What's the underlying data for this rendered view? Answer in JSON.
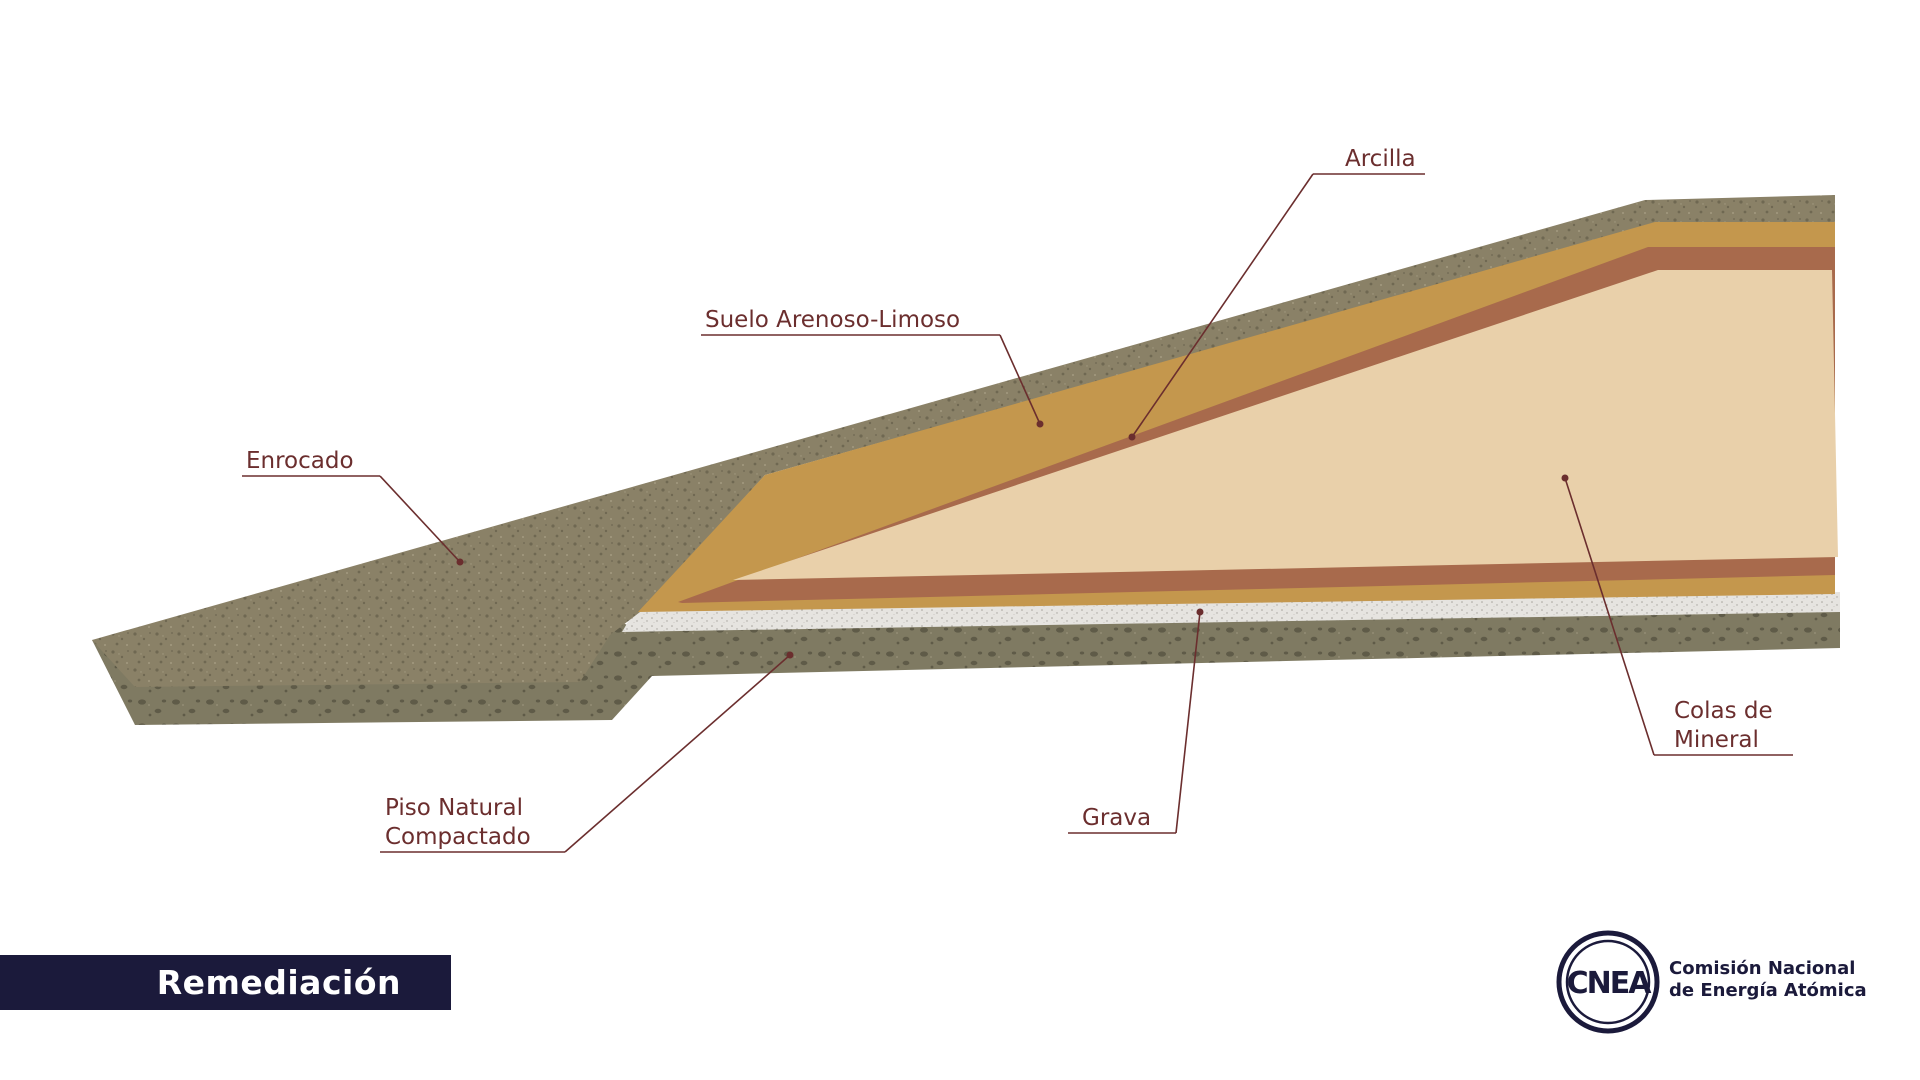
{
  "diagram": {
    "labels": {
      "arcilla": "Arcilla",
      "suelo": "Suelo Arenoso-Limoso",
      "enrocado": "Enrocado",
      "colas_line1": "Colas de",
      "colas_line2": "Mineral",
      "piso_line1": "Piso Natural",
      "piso_line2": "Compactado",
      "grava": "Grava"
    },
    "colors": {
      "enrocado": "#8a8167",
      "suelo": "#c4974d",
      "arcilla": "#a86a4c",
      "colas": "#e9d0aa",
      "grava": "#e6e4e0",
      "piso": "#7f7a62",
      "label": "#6b2e2e"
    }
  },
  "footer": {
    "title": "Remediación",
    "logo_text": "CNEA",
    "org_line1": "Comisión Nacional",
    "org_line2": "de Energía Atómica"
  }
}
